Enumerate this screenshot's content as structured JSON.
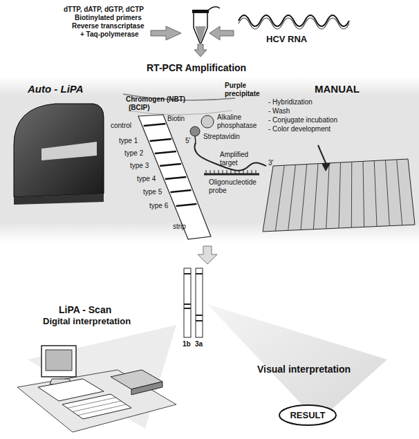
{
  "diagram": {
    "nodes": [
      {
        "text": [
          "RESULT"
        ]
      }
    ],
    "labels": [
      "dTTP, dATP, dGTP, dCTP",
      "Biotinylated primers",
      "Reverse transcriptase",
      "+ Taq-polymerase",
      "HCV RNA",
      "RT-PCR Amplification",
      "Auto - LiPA",
      "Chromogen (NBT)",
      "(BCIP)",
      "Purple precipitate",
      "MANUAL",
      "- Hybridization",
      "- Wash",
      "- Conjugate incubation",
      "- Color development",
      "Alkaline phosphatase",
      "Biotin",
      "5'",
      "Streptavidin",
      "control",
      "type 1",
      "type 2",
      "type 3",
      "type 4",
      "type 5",
      "type 6",
      "Amplified target",
      "3'",
      "Oligonucleotide probe",
      "strip",
      "1b",
      "3a",
      "LiPA - Scan",
      "Digital interpretation",
      "Visual interpretation"
    ]
  }
}
